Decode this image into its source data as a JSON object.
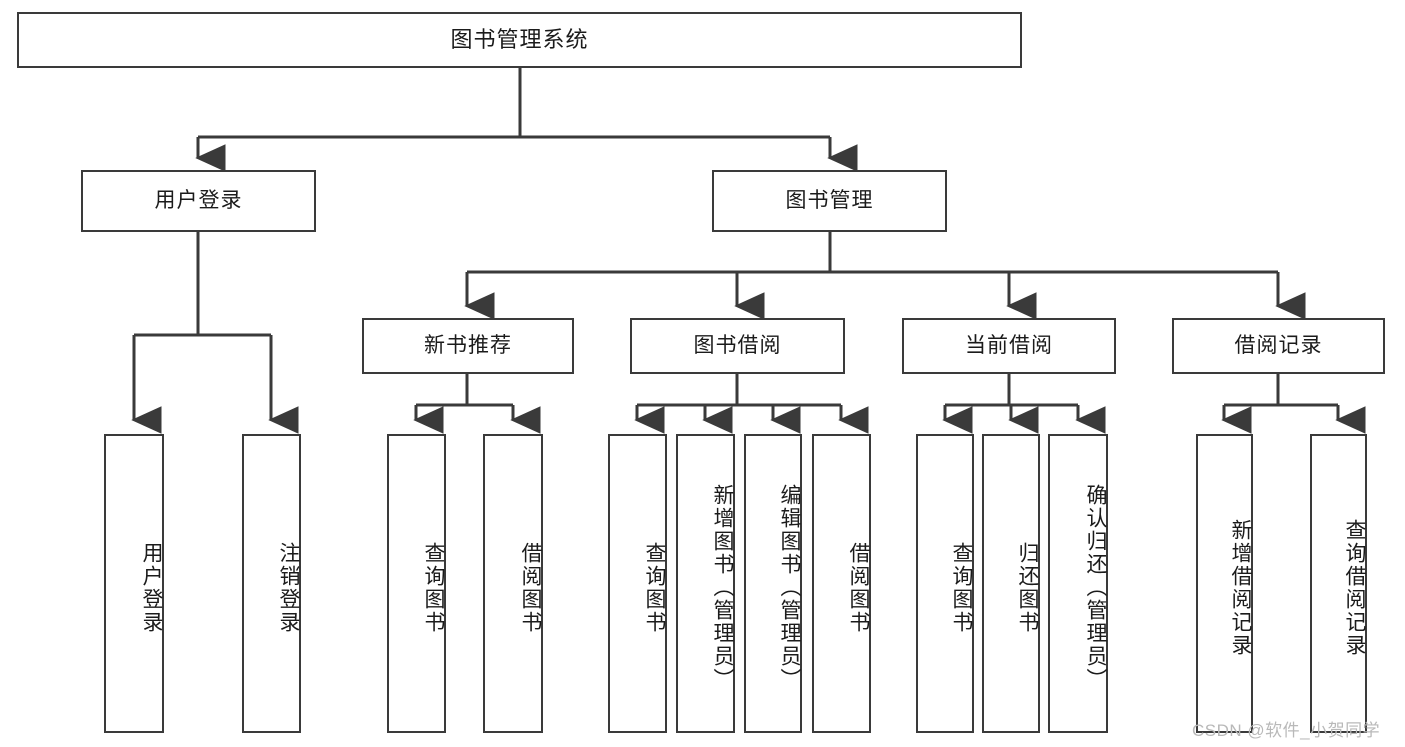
{
  "diagram": {
    "title": "图书管理系统",
    "type": "hierarchy-tree",
    "line_color": "#3a3a3a",
    "box_fill": "#ffffff",
    "text_color": "#1b1b1b",
    "root": {
      "label": "图书管理系统"
    },
    "level1": [
      {
        "label": "用户登录"
      },
      {
        "label": "图书管理"
      }
    ],
    "level2": [
      {
        "label": "新书推荐"
      },
      {
        "label": "图书借阅"
      },
      {
        "label": "当前借阅"
      },
      {
        "label": "借阅记录"
      }
    ],
    "leaves": {
      "user_login": [
        {
          "label": "用户登录"
        },
        {
          "label": "注销登录"
        }
      ],
      "new_book_recommend": [
        {
          "label": "查询图书"
        },
        {
          "label": "借阅图书"
        }
      ],
      "book_borrow": [
        {
          "label": "查询图书"
        },
        {
          "label": "新增图书（管理员）"
        },
        {
          "label": "编辑图书（管理员）"
        },
        {
          "label": "借阅图书"
        }
      ],
      "current_borrow": [
        {
          "label": "查询图书"
        },
        {
          "label": "归还图书"
        },
        {
          "label": "确认归还（管理员）"
        }
      ],
      "borrow_record": [
        {
          "label": "新增借阅记录"
        },
        {
          "label": "查询借阅记录"
        }
      ]
    }
  },
  "watermark": {
    "text": "CSDN @软件_小贺同学"
  }
}
